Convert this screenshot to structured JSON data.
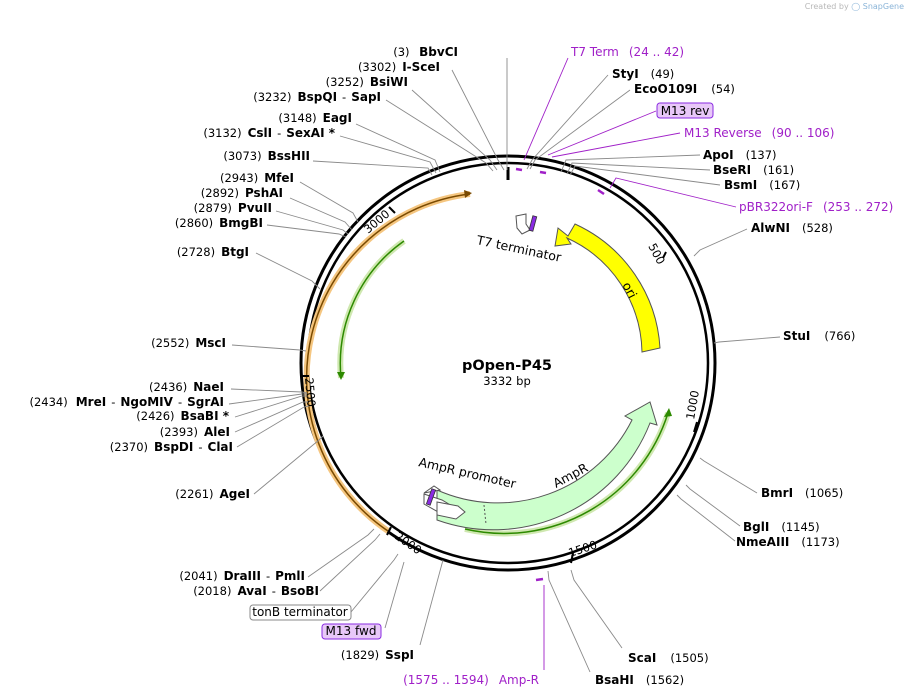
{
  "credit": {
    "prefix": "Created by",
    "brand": "SnapGene"
  },
  "plasmid": {
    "name": "pOpen-P45",
    "length_label": "3332 bp",
    "length": 3332
  },
  "ticks": [
    {
      "pos": 500,
      "label": "500"
    },
    {
      "pos": 1000,
      "label": "1000"
    },
    {
      "pos": 1500,
      "label": "1500"
    },
    {
      "pos": 2000,
      "label": "2000"
    },
    {
      "pos": 2500,
      "label": "2500"
    },
    {
      "pos": 3000,
      "label": "3000"
    }
  ],
  "enzymes": [
    {
      "pos": 3,
      "pos_label": "(3)",
      "names": [
        "BbvCI"
      ],
      "side": "left"
    },
    {
      "pos": 3302,
      "pos_label": "(3302)",
      "names": [
        "I-SceI"
      ],
      "side": "left"
    },
    {
      "pos": 3252,
      "pos_label": "(3252)",
      "names": [
        "BsiWI"
      ],
      "side": "left"
    },
    {
      "pos": 3232,
      "pos_label": "(3232)",
      "names": [
        "BspQI",
        "SapI"
      ],
      "side": "left"
    },
    {
      "pos": 3148,
      "pos_label": "(3148)",
      "names": [
        "EagI"
      ],
      "side": "left"
    },
    {
      "pos": 3132,
      "pos_label": "(3132)",
      "names": [
        "CslI",
        "SexAI *"
      ],
      "side": "left"
    },
    {
      "pos": 3073,
      "pos_label": "(3073)",
      "names": [
        "BssHII"
      ],
      "side": "left"
    },
    {
      "pos": 2943,
      "pos_label": "(2943)",
      "names": [
        "MfeI"
      ],
      "side": "left"
    },
    {
      "pos": 2892,
      "pos_label": "(2892)",
      "names": [
        "PshAI"
      ],
      "side": "left"
    },
    {
      "pos": 2879,
      "pos_label": "(2879)",
      "names": [
        "PvuII"
      ],
      "side": "left"
    },
    {
      "pos": 2860,
      "pos_label": "(2860)",
      "names": [
        "BmgBI"
      ],
      "side": "left"
    },
    {
      "pos": 2728,
      "pos_label": "(2728)",
      "names": [
        "BtgI"
      ],
      "side": "left"
    },
    {
      "pos": 2552,
      "pos_label": "(2552)",
      "names": [
        "MscI"
      ],
      "side": "left"
    },
    {
      "pos": 2436,
      "pos_label": "(2436)",
      "names": [
        "NaeI"
      ],
      "side": "left"
    },
    {
      "pos": 2434,
      "pos_label": "(2434)",
      "names": [
        "MreI",
        "NgoMIV",
        "SgrAI"
      ],
      "side": "left"
    },
    {
      "pos": 2426,
      "pos_label": "(2426)",
      "names": [
        "BsaBI *"
      ],
      "side": "left"
    },
    {
      "pos": 2393,
      "pos_label": "(2393)",
      "names": [
        "AleI"
      ],
      "side": "left"
    },
    {
      "pos": 2370,
      "pos_label": "(2370)",
      "names": [
        "BspDI",
        "ClaI"
      ],
      "side": "left"
    },
    {
      "pos": 2261,
      "pos_label": "(2261)",
      "names": [
        "AgeI"
      ],
      "side": "left"
    },
    {
      "pos": 2041,
      "pos_label": "(2041)",
      "names": [
        "DraIII",
        "PmlI"
      ],
      "side": "left"
    },
    {
      "pos": 2018,
      "pos_label": "(2018)",
      "names": [
        "AvaI",
        "BsoBI"
      ],
      "side": "left"
    },
    {
      "pos": 1829,
      "pos_label": "(1829)",
      "names": [
        "SspI"
      ],
      "side": "left"
    },
    {
      "pos": 49,
      "pos_label": "(49)",
      "names": [
        "StyI"
      ],
      "side": "right"
    },
    {
      "pos": 54,
      "pos_label": "(54)",
      "names": [
        "EcoO109I"
      ],
      "side": "right"
    },
    {
      "pos": 137,
      "pos_label": "(137)",
      "names": [
        "ApoI"
      ],
      "side": "right"
    },
    {
      "pos": 161,
      "pos_label": "(161)",
      "names": [
        "BseRI"
      ],
      "side": "right"
    },
    {
      "pos": 167,
      "pos_label": "(167)",
      "names": [
        "BsmI"
      ],
      "side": "right"
    },
    {
      "pos": 528,
      "pos_label": "(528)",
      "names": [
        "AlwNI"
      ],
      "side": "right"
    },
    {
      "pos": 766,
      "pos_label": "(766)",
      "names": [
        "StuI"
      ],
      "side": "right"
    },
    {
      "pos": 1065,
      "pos_label": "(1065)",
      "names": [
        "BmrI"
      ],
      "side": "right"
    },
    {
      "pos": 1145,
      "pos_label": "(1145)",
      "names": [
        "BglI"
      ],
      "side": "right"
    },
    {
      "pos": 1173,
      "pos_label": "(1173)",
      "names": [
        "NmeAIII"
      ],
      "side": "right"
    },
    {
      "pos": 1505,
      "pos_label": "(1505)",
      "names": [
        "ScaI"
      ],
      "side": "right"
    },
    {
      "pos": 1562,
      "pos_label": "(1562)",
      "names": [
        "BsaHI"
      ],
      "side": "right"
    }
  ],
  "primers": [
    {
      "name": "T7 Term",
      "range": "(24 .. 42)",
      "start": 24,
      "end": 42
    },
    {
      "name": "M13 rev",
      "range": "",
      "start": 58,
      "end": 74,
      "boxed": true
    },
    {
      "name": "M13 Reverse",
      "range": "(90 .. 106)",
      "start": 90,
      "end": 106
    },
    {
      "name": "pBR322ori-F",
      "range": "(253 .. 272)",
      "start": 253,
      "end": 272
    },
    {
      "name": "Amp-R",
      "range": "(1575 .. 1594)",
      "start": 1575,
      "end": 1594
    },
    {
      "name": "M13 fwd",
      "range": "",
      "boxed": true
    },
    {
      "name": "tonB terminator",
      "range": "",
      "boxed": true,
      "white": true
    }
  ],
  "features": [
    {
      "name": "T7 terminator",
      "type": "terminator",
      "color": "#ffffff"
    },
    {
      "name": "ori",
      "type": "rep_origin",
      "color": "#ffff00"
    },
    {
      "name": "AmpR",
      "type": "CDS",
      "color": "#ccffcc"
    },
    {
      "name": "AmpR promoter",
      "type": "promoter",
      "color": "#ffffff"
    }
  ],
  "colors": {
    "primer": "#a020c8",
    "orange_arc": "#f0c48a",
    "green_arc": "#2d8a00"
  }
}
